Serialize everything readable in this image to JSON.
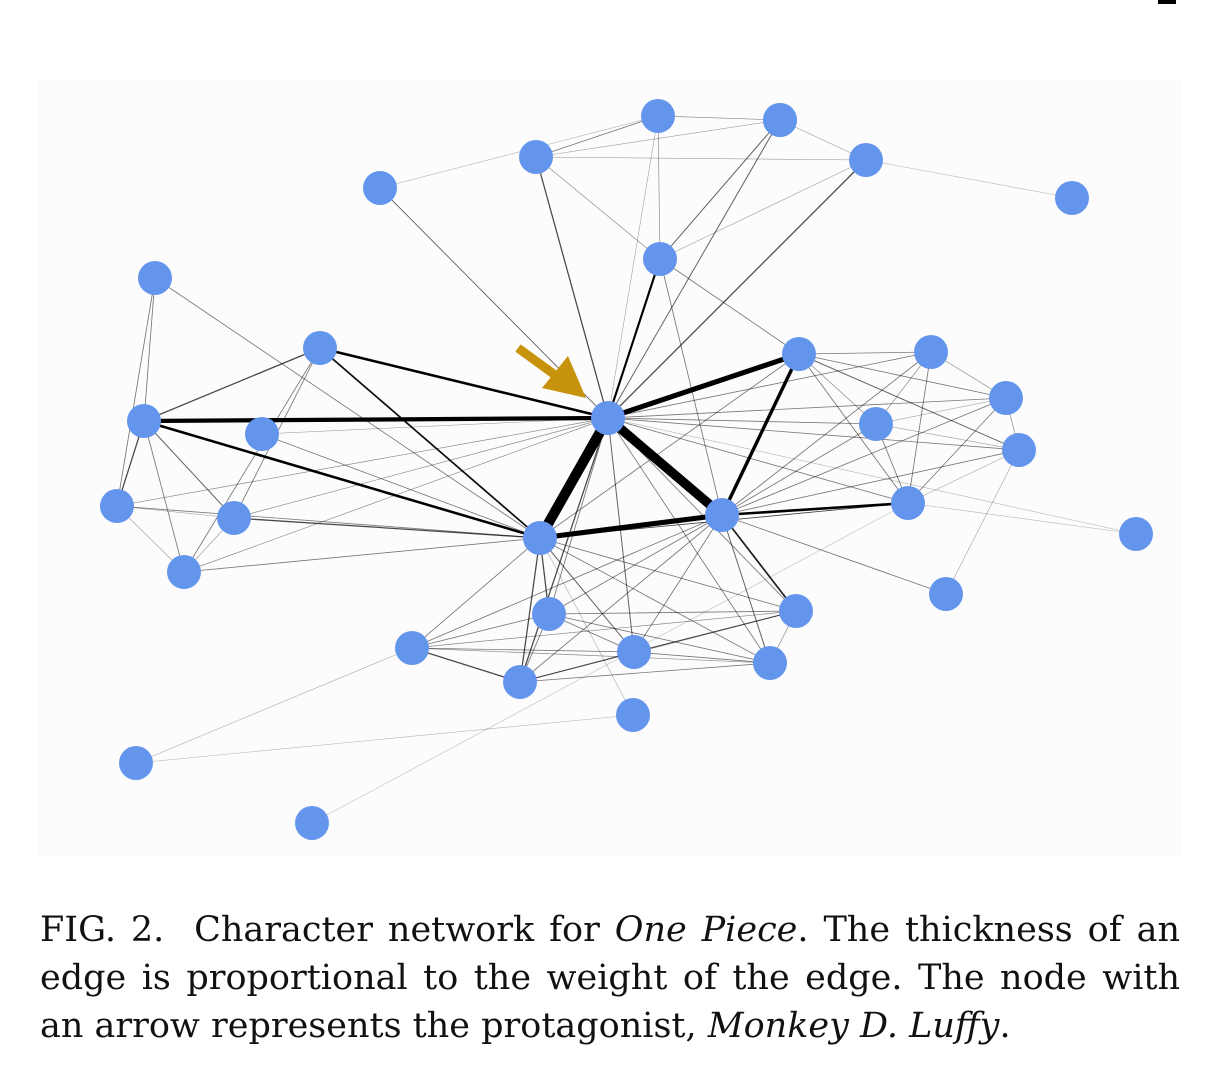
{
  "figure": {
    "caption": {
      "label": "FIG. 2.",
      "text_before": "Character network for ",
      "title_italic": "One Piece",
      "text_middle": ". The thickness of an edge is proportional to the weight of the edge. The node with an arrow represents the protagonist, ",
      "name_italic": "Monkey D. Luffy",
      "text_end": "."
    },
    "colors": {
      "node": "#6495ed",
      "arrow": "#c8930c",
      "edge": "#000000",
      "panel": "#fcfcfc"
    },
    "network": {
      "protagonist_node": "luffy",
      "nodes": [
        {
          "id": "luffy"
        },
        {
          "id": "t1"
        },
        {
          "id": "t2"
        },
        {
          "id": "t3"
        },
        {
          "id": "t4"
        },
        {
          "id": "t5"
        },
        {
          "id": "t6"
        },
        {
          "id": "t7"
        },
        {
          "id": "t8"
        },
        {
          "id": "l1"
        },
        {
          "id": "l2"
        },
        {
          "id": "l3"
        },
        {
          "id": "l4"
        },
        {
          "id": "l5"
        },
        {
          "id": "l6"
        },
        {
          "id": "l7"
        },
        {
          "id": "c1"
        },
        {
          "id": "c2"
        },
        {
          "id": "r1"
        },
        {
          "id": "r2"
        },
        {
          "id": "r3"
        },
        {
          "id": "r4"
        },
        {
          "id": "r5"
        },
        {
          "id": "r6"
        },
        {
          "id": "r7"
        },
        {
          "id": "r8"
        },
        {
          "id": "b1"
        },
        {
          "id": "b2"
        },
        {
          "id": "b3"
        },
        {
          "id": "b4"
        },
        {
          "id": "b5"
        },
        {
          "id": "b6"
        },
        {
          "id": "b7"
        },
        {
          "id": "b8"
        },
        {
          "id": "b9"
        },
        {
          "id": "b10"
        }
      ],
      "edges": [
        [
          "luffy",
          "c1",
          12
        ],
        [
          "luffy",
          "c2",
          11
        ],
        [
          "luffy",
          "r1",
          6
        ],
        [
          "luffy",
          "l2",
          5
        ],
        [
          "luffy",
          "l3",
          3
        ],
        [
          "luffy",
          "t4",
          2.5
        ],
        [
          "luffy",
          "t3",
          1.5
        ],
        [
          "luffy",
          "t5",
          1.5
        ],
        [
          "luffy",
          "t2",
          1.2
        ],
        [
          "luffy",
          "t6",
          1
        ],
        [
          "luffy",
          "r2",
          1
        ],
        [
          "luffy",
          "r3",
          1
        ],
        [
          "luffy",
          "r4",
          1
        ],
        [
          "luffy",
          "r5",
          1
        ],
        [
          "luffy",
          "r6",
          1
        ],
        [
          "luffy",
          "b2",
          1
        ],
        [
          "luffy",
          "b3",
          1.5
        ],
        [
          "luffy",
          "b4",
          1.2
        ],
        [
          "luffy",
          "b5",
          1
        ],
        [
          "luffy",
          "b6",
          1
        ],
        [
          "luffy",
          "l4",
          0.8
        ],
        [
          "luffy",
          "l5",
          0.8
        ],
        [
          "luffy",
          "l6",
          0.8
        ],
        [
          "luffy",
          "t1",
          0.5
        ],
        [
          "luffy",
          "l7",
          0.6
        ],
        [
          "c1",
          "c2",
          6
        ],
        [
          "c1",
          "l2",
          3
        ],
        [
          "c1",
          "l3",
          2
        ],
        [
          "c1",
          "l4",
          1
        ],
        [
          "c1",
          "l5",
          1.5
        ],
        [
          "c1",
          "l6",
          1
        ],
        [
          "c1",
          "l7",
          1
        ],
        [
          "c1",
          "b1",
          1
        ],
        [
          "c1",
          "b2",
          1.5
        ],
        [
          "c1",
          "b3",
          1.5
        ],
        [
          "c1",
          "b4",
          1.2
        ],
        [
          "c1",
          "b5",
          1
        ],
        [
          "c1",
          "b6",
          1
        ],
        [
          "c1",
          "r5",
          1
        ],
        [
          "c2",
          "r1",
          4
        ],
        [
          "c2",
          "r5",
          3
        ],
        [
          "c2",
          "r6",
          1
        ],
        [
          "c2",
          "r3",
          1
        ],
        [
          "c2",
          "r2",
          1
        ],
        [
          "c2",
          "r4",
          1
        ],
        [
          "c2",
          "b1",
          1
        ],
        [
          "c2",
          "b2",
          1
        ],
        [
          "c2",
          "b3",
          1
        ],
        [
          "c2",
          "b4",
          1
        ],
        [
          "c2",
          "b5",
          1.2
        ],
        [
          "c2",
          "b6",
          2
        ],
        [
          "c2",
          "t4",
          1
        ],
        [
          "r1",
          "r2",
          1
        ],
        [
          "r1",
          "r3",
          1
        ],
        [
          "r1",
          "r4",
          0.8
        ],
        [
          "r1",
          "r5",
          1
        ],
        [
          "r1",
          "r6",
          1.2
        ],
        [
          "r1",
          "t4",
          1
        ],
        [
          "r1",
          "c1",
          1
        ],
        [
          "r2",
          "r3",
          0.8
        ],
        [
          "r2",
          "r4",
          0.8
        ],
        [
          "r2",
          "r5",
          1
        ],
        [
          "r3",
          "r4",
          0.6
        ],
        [
          "r3",
          "r5",
          1
        ],
        [
          "r3",
          "r6",
          0.8
        ],
        [
          "r4",
          "r5",
          1
        ],
        [
          "r4",
          "r6",
          0.6
        ],
        [
          "r5",
          "r6",
          0.5
        ],
        [
          "r5",
          "r7",
          0.3
        ],
        [
          "r6",
          "r8",
          0.5
        ],
        [
          "r5",
          "c1",
          0.8
        ],
        [
          "t1",
          "t2",
          0.8
        ],
        [
          "t1",
          "t3",
          1
        ],
        [
          "t1",
          "t4",
          0.8
        ],
        [
          "t2",
          "t3",
          0.6
        ],
        [
          "t2",
          "t4",
          1.2
        ],
        [
          "t2",
          "t5",
          0.6
        ],
        [
          "t3",
          "t4",
          0.8
        ],
        [
          "t3",
          "t5",
          0.6
        ],
        [
          "t4",
          "t5",
          0.5
        ],
        [
          "t6",
          "t1",
          0.3
        ],
        [
          "t6",
          "luffy",
          0.4
        ],
        [
          "t5",
          "t7",
          0.3
        ],
        [
          "l1",
          "l2",
          1
        ],
        [
          "l1",
          "l4",
          1
        ],
        [
          "l2",
          "l3",
          1.5
        ],
        [
          "l2",
          "l4",
          1.5
        ],
        [
          "l2",
          "l5",
          1.2
        ],
        [
          "l2",
          "l6",
          1
        ],
        [
          "l3",
          "l5",
          1
        ],
        [
          "l3",
          "l6",
          1
        ],
        [
          "l3",
          "c1",
          1.5
        ],
        [
          "l1",
          "c1",
          1
        ],
        [
          "l4",
          "l5",
          0.6
        ],
        [
          "l4",
          "l6",
          0.6
        ],
        [
          "l5",
          "l6",
          0.6
        ],
        [
          "b1",
          "b2",
          1
        ],
        [
          "b1",
          "b3",
          1.5
        ],
        [
          "b1",
          "b4",
          1
        ],
        [
          "b1",
          "b5",
          0.8
        ],
        [
          "b1",
          "b6",
          0.8
        ],
        [
          "b2",
          "b3",
          1
        ],
        [
          "b2",
          "b4",
          1
        ],
        [
          "b2",
          "b5",
          1
        ],
        [
          "b2",
          "b6",
          1
        ],
        [
          "b3",
          "b4",
          1
        ],
        [
          "b3",
          "b5",
          1
        ],
        [
          "b3",
          "b6",
          1.2
        ],
        [
          "b4",
          "b5",
          1
        ],
        [
          "b4",
          "b6",
          1
        ],
        [
          "b5",
          "b6",
          0.8
        ],
        [
          "b8",
          "b1",
          0.4
        ],
        [
          "b8",
          "b9",
          0.3
        ],
        [
          "b9",
          "c1",
          0.4
        ],
        [
          "b10",
          "r5",
          0.2
        ],
        [
          "luffy",
          "r7",
          0.3
        ],
        [
          "c2",
          "r8",
          1
        ],
        [
          "r5",
          "c2",
          0.6
        ]
      ]
    }
  }
}
